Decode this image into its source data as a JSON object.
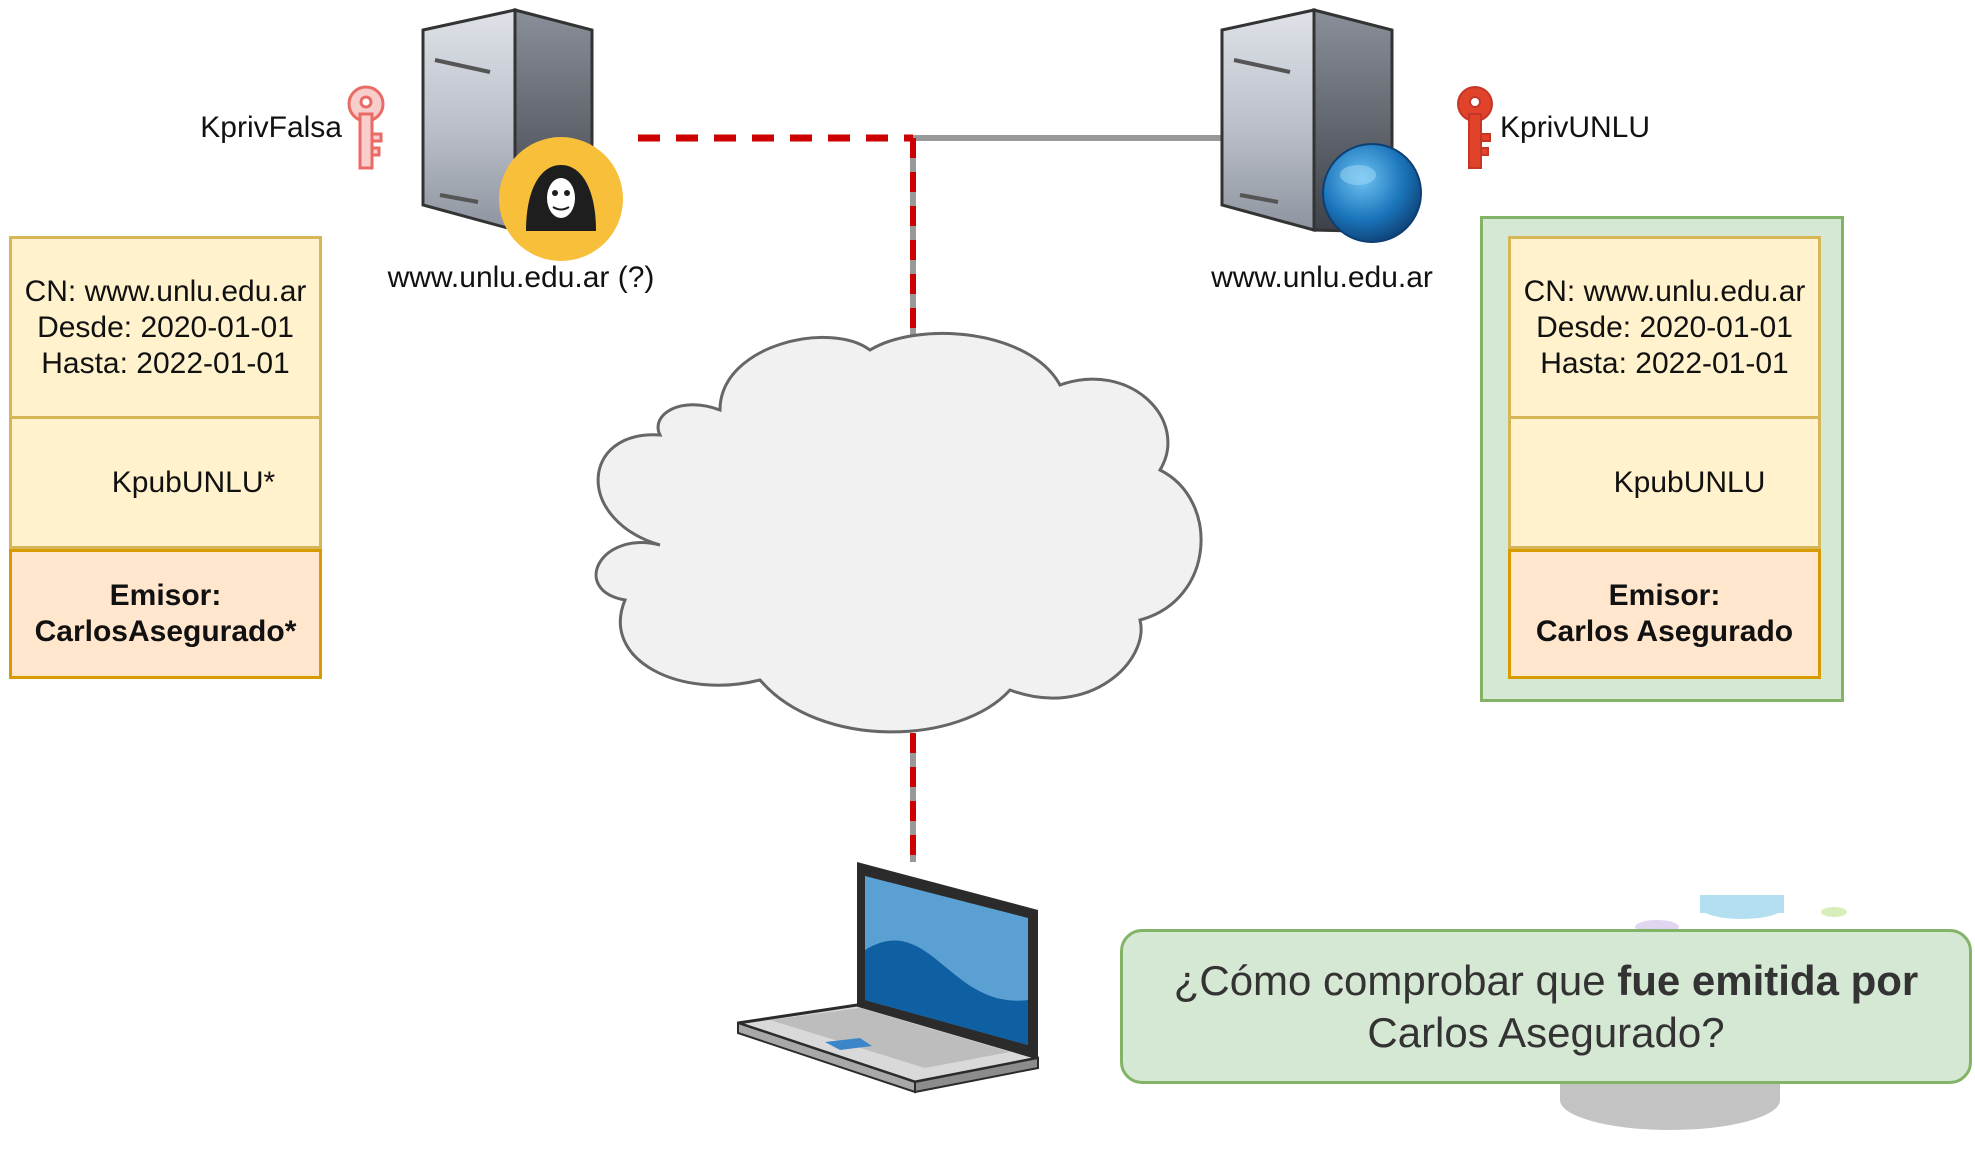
{
  "fake_server": {
    "label": "www.unlu.edu.ar (?)",
    "key_label": "KprivFalsa"
  },
  "real_server": {
    "label": "www.unlu.edu.ar",
    "key_label": "KprivUNLU"
  },
  "fake_cert": {
    "cn": "CN: www.unlu.edu.ar",
    "desde": "Desde: 2020-01-01",
    "hasta": "Hasta: 2022-01-01",
    "key_label": "KpubUNLU*",
    "emisor_title": "Emisor:",
    "emisor_name": "CarlosAsegurado*"
  },
  "real_cert": {
    "cn": "CN: www.unlu.edu.ar",
    "desde": "Desde: 2020-01-01",
    "hasta": "Hasta: 2022-01-01",
    "key_label": "KpubUNLU",
    "emisor_title": "Emisor:",
    "emisor_name": "Carlos Asegurado"
  },
  "question": {
    "part1": "¿Cómo comprobar que ",
    "bold": "fue emitida por",
    "part2": "Carlos Asegurado?"
  },
  "colors": {
    "attack_line": "#cc0000",
    "link_line": "#999999",
    "fake_key": "#ea6b66",
    "real_priv_key": "#e0432a",
    "fake_pub_key": "#97d077",
    "real_pub_key": "#6aa83b",
    "hacker_badge": "#f8bf3a",
    "globe": "#1b75bb"
  }
}
